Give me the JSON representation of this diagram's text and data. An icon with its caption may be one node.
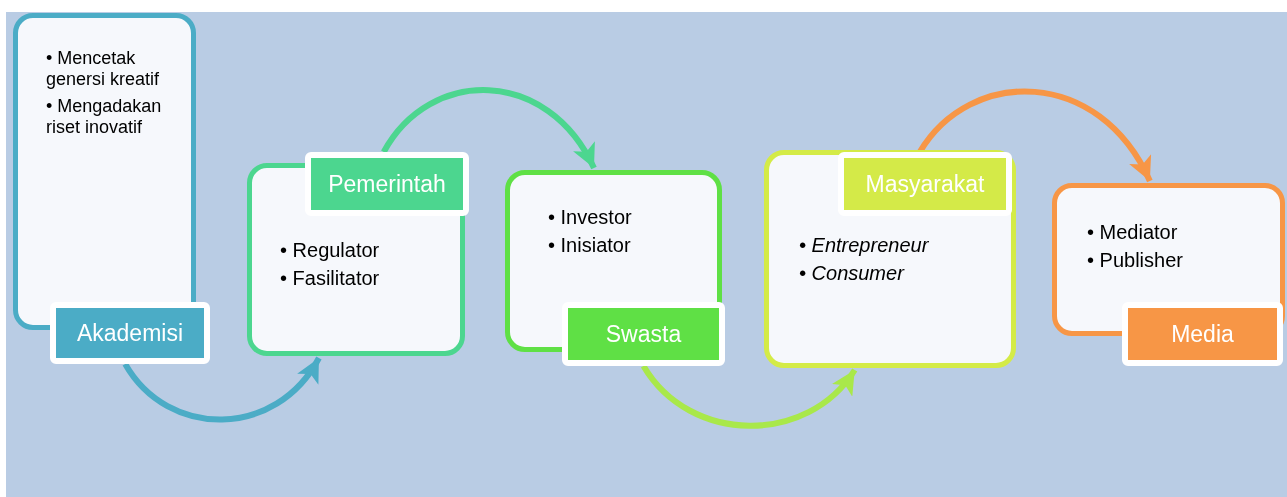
{
  "diagram": {
    "nodes": [
      {
        "text": [
          "• Mencetak genersi kreatif",
          "• Mengadakan riset inovatif"
        ]
      },
      {
        "text": [
          "Akademisi"
        ]
      },
      {
        "text": [
          "• Regulator",
          "• Fasilitator"
        ]
      },
      {
        "text": [
          "Pemerintah"
        ]
      },
      {
        "text": [
          "• Investor",
          "• Inisiator"
        ]
      },
      {
        "text": [
          "Swasta"
        ]
      },
      {
        "text": [
          "• Entrepreneur",
          "• Consumer"
        ]
      },
      {
        "text": [
          "Masyarakat"
        ],
        "in": 6
      },
      {
        "text": [
          "• Mediator",
          "• Publisher"
        ]
      },
      {
        "text": [
          "Media"
        ]
      }
    ],
    "edges": [
      {
        "from": 1,
        "to": 2,
        "arrow": "to",
        "color": "#4bacc6"
      },
      {
        "from": 3,
        "to": 4,
        "arrow": "to",
        "color": "#4cd68f"
      },
      {
        "from": 5,
        "to": 6,
        "arrow": "to",
        "color": "#a9e84a"
      },
      {
        "from": 7,
        "to": 8,
        "arrow": "to",
        "color": "#f79646"
      }
    ]
  }
}
